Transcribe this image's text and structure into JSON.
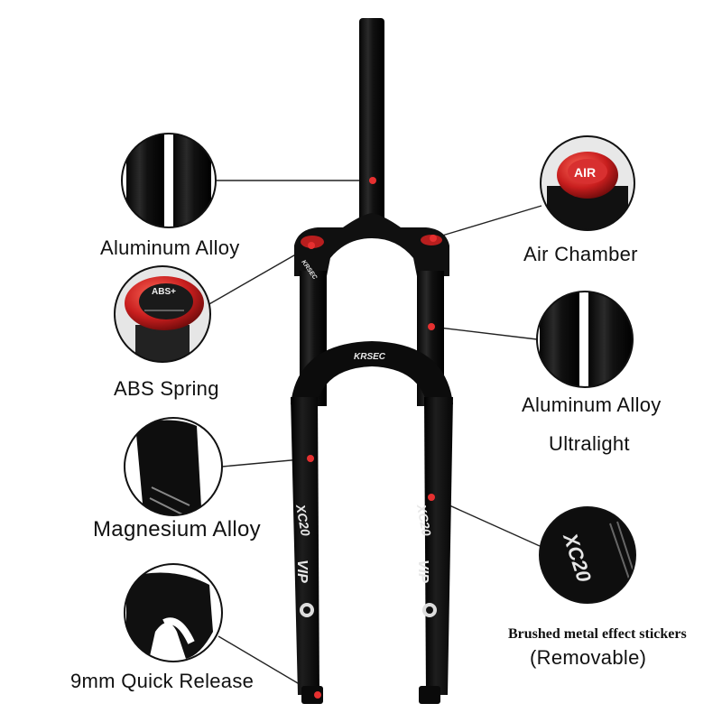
{
  "callouts": {
    "aluminum_alloy_left": "Aluminum Alloy",
    "abs_spring": "ABS Spring",
    "magnesium_alloy": "Magnesium Alloy",
    "quick_release": "9mm Quick Release",
    "air_chamber": "Air Chamber",
    "aluminum_alloy_right": "Aluminum Alloy",
    "ultralight": "Ultralight",
    "stickers": "Brushed metal effect stickers",
    "removable": "(Removable)"
  },
  "product_markings": {
    "air_cap": "AIR",
    "abs_dial": "ABS+",
    "crown_brand": "KRSEC",
    "arch_brand": "KRSEC",
    "model": "XC20",
    "decal_word": "VIP"
  },
  "colors": {
    "accent_red": "#d42a2a",
    "fork_black": "#141414",
    "leader_line": "#222222"
  },
  "icons": [
    "aluminum-stanchion-closeup",
    "abs-spring-dial-closeup",
    "magnesium-lower-closeup",
    "quick-release-dropout-closeup",
    "air-chamber-cap-closeup",
    "aluminum-tube-closeup",
    "sticker-closeup"
  ]
}
